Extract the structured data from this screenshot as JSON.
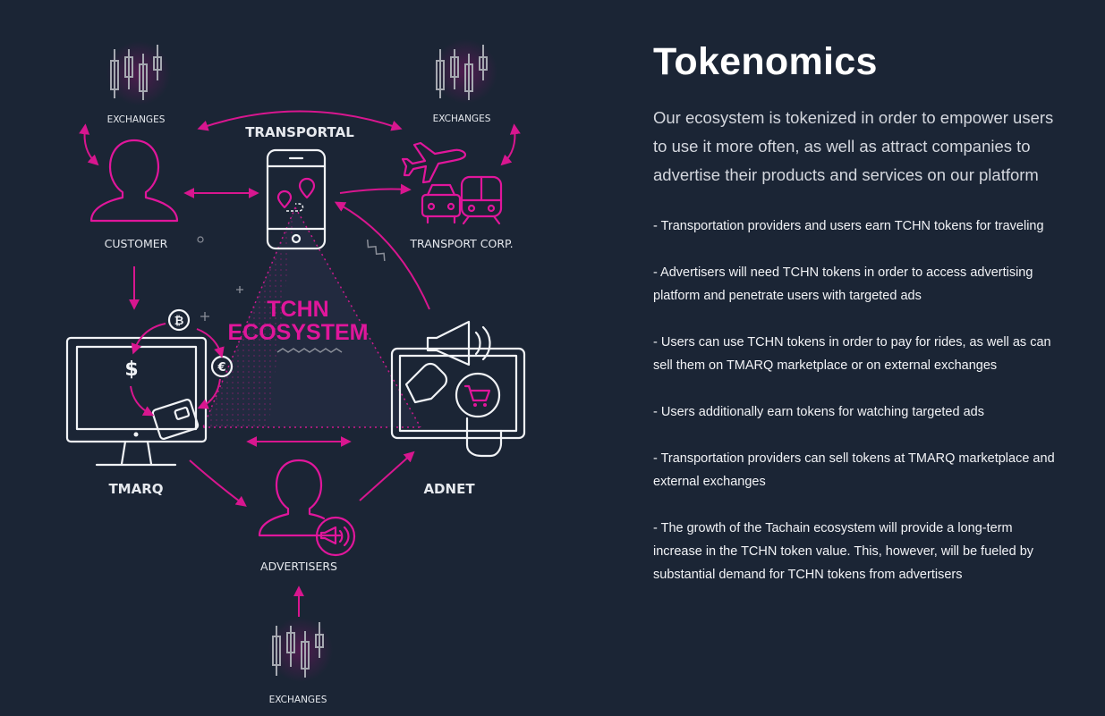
{
  "diagram": {
    "center_line1": "TCHN",
    "center_line2": "ECOSYSTEM",
    "labels": {
      "exchanges_left": "EXCHANGES",
      "exchanges_right": "EXCHANGES",
      "exchanges_bottom": "EXCHANGES",
      "transportal": "TRANSPORTAL",
      "customer": "CUSTOMER",
      "transport_corp": "TRANSPORT CORP.",
      "tmarq": "TMARQ",
      "adnet": "ADNET",
      "advertisers": "ADVERTISERS"
    },
    "accent_color": "#e0169b",
    "background_color": "#1b2535"
  },
  "content": {
    "title": "Tokenomics",
    "intro": "Our ecosystem is tokenized in order to empower users to use it more often, as well as attract companies to advertise their products and services on our platform",
    "points": [
      "- Transportation providers and users earn TCHN tokens for traveling",
      "- Advertisers will need TCHN tokens in order to access advertising platform and penetrate users with targeted ads",
      "- Users can use TCHN tokens in order to pay for rides, as well as can sell them on TMARQ marketplace or on external exchanges",
      "- Users additionally earn tokens for watching targeted ads",
      "- Transportation providers can sell tokens at TMARQ marketplace and external exchanges",
      "- The growth of the Tachain ecosystem will provide a long-term increase in the TCHN token value. This, however, will be fueled by substantial demand for TCHN tokens from advertisers"
    ]
  }
}
